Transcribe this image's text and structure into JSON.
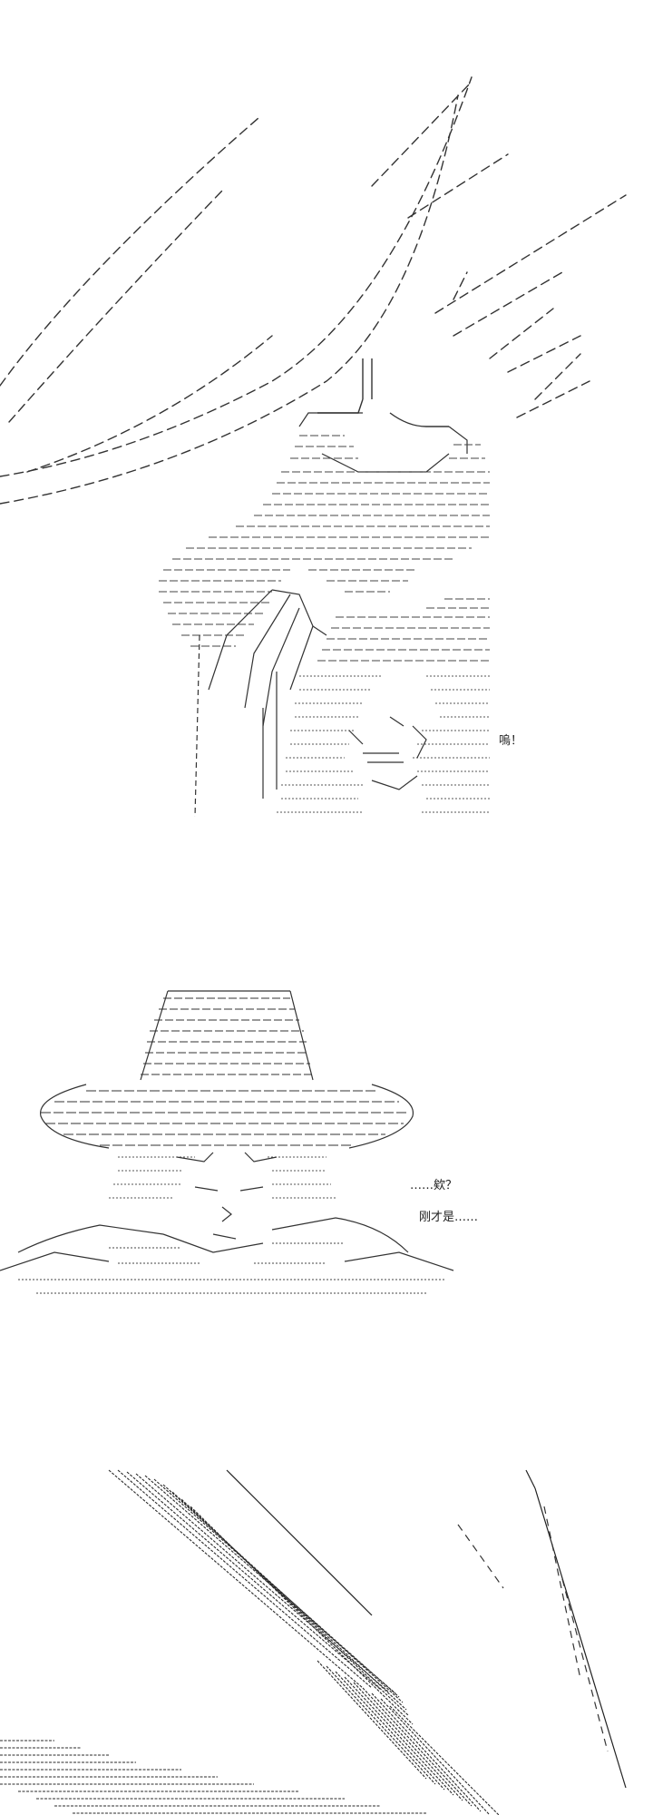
{
  "panel1": {
    "sfx_woo": "嗚！"
  },
  "panel2": {
    "dialogue_huh": "……欸？",
    "dialogue_just_now": "刚才是……"
  },
  "colors": {
    "ink": "#1a1a1a",
    "paper": "#ffffff"
  }
}
